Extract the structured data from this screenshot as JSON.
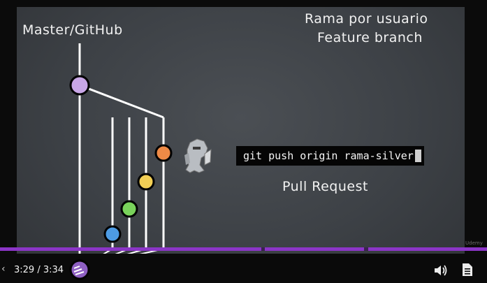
{
  "slide": {
    "label_master": "Master/GitHub",
    "title_line1": "Rama por usuario",
    "title_line2": "Feature branch",
    "command": "git push origin rama-silver",
    "pull_request": "Pull Request"
  },
  "diagram": {
    "commit_colors": [
      "#c8a6e6",
      "#4d9be3",
      "#79d25b",
      "#f2cf55",
      "#ee8a46"
    ],
    "accent": "#8b35c7"
  },
  "player": {
    "time": "3:29 / 3:34",
    "progress": 0.977,
    "watermark": "Udemy",
    "volume_icon": "speaker-icon",
    "transcript_icon": "document-icon"
  }
}
